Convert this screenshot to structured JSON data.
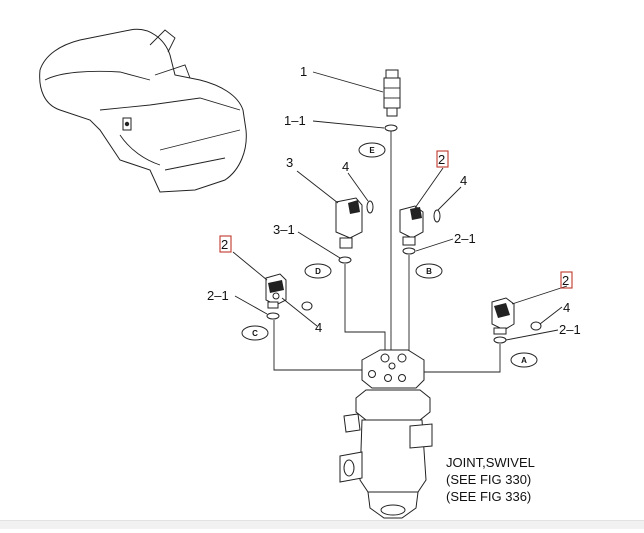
{
  "callouts": {
    "c1": "1",
    "c1_1": "1–1",
    "c3": "3",
    "c4_top": "4",
    "c2_top": "2",
    "c4_right_top": "4",
    "c3_1": "3–1",
    "c2_1_right": "2–1",
    "c2_left": "2",
    "c2_1_left": "2–1",
    "c4_left": "4",
    "c2_right": "2",
    "c4_right": "4",
    "c2_1_far": "2–1"
  },
  "port_labels": {
    "E": "E",
    "D": "D",
    "B": "B",
    "C": "C",
    "A": "A"
  },
  "note": {
    "line1": "JOINT,SWIVEL",
    "line2": "(SEE FIG 330)",
    "line3": "(SEE FIG 336)"
  }
}
